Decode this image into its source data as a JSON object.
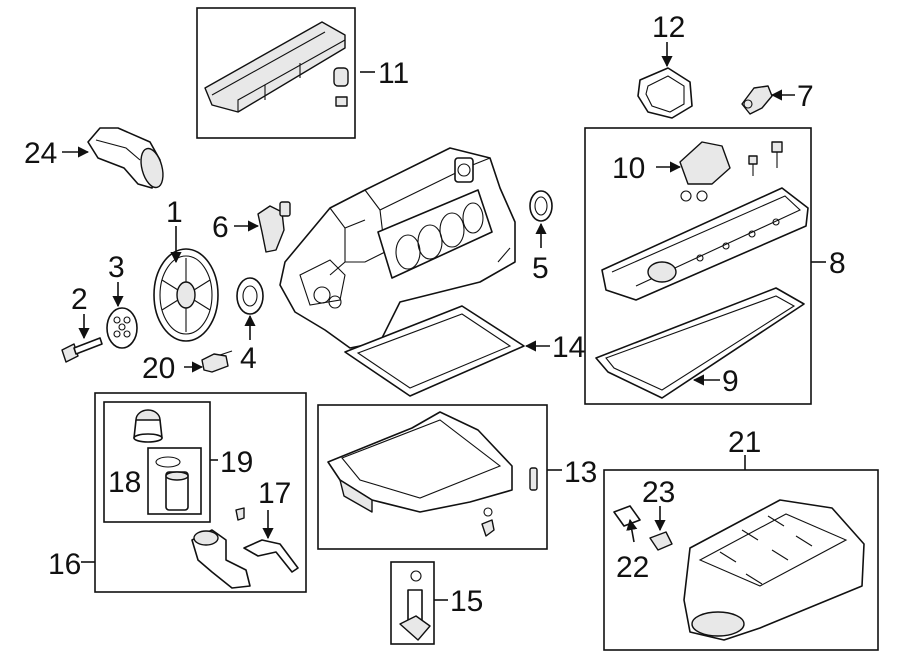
{
  "callouts": {
    "c1": "1",
    "c2": "2",
    "c3": "3",
    "c4": "4",
    "c5": "5",
    "c6": "6",
    "c7": "7",
    "c8": "8",
    "c9": "9",
    "c10": "10",
    "c11": "11",
    "c12": "12",
    "c13": "13",
    "c14": "14",
    "c15": "15",
    "c16": "16",
    "c17": "17",
    "c18": "18",
    "c19": "19",
    "c20": "20",
    "c21": "21",
    "c22": "22",
    "c23": "23",
    "c24": "24"
  },
  "parts": [
    {
      "ref": "1",
      "drawing": "crankshaft-pulley"
    },
    {
      "ref": "2",
      "drawing": "bolt"
    },
    {
      "ref": "3",
      "drawing": "pulley-washer"
    },
    {
      "ref": "4",
      "drawing": "front-seal"
    },
    {
      "ref": "5",
      "drawing": "rear-seal"
    },
    {
      "ref": "6",
      "drawing": "sensor"
    },
    {
      "ref": "7",
      "drawing": "sensor"
    },
    {
      "ref": "8",
      "drawing": "valve-cover-assembly"
    },
    {
      "ref": "9",
      "drawing": "valve-cover-gasket"
    },
    {
      "ref": "10",
      "drawing": "actuator"
    },
    {
      "ref": "11",
      "drawing": "engine-cover-set"
    },
    {
      "ref": "12",
      "drawing": "gasket-plate"
    },
    {
      "ref": "13",
      "drawing": "oil-pan-assembly"
    },
    {
      "ref": "14",
      "drawing": "oil-pan-gasket"
    },
    {
      "ref": "15",
      "drawing": "dipstick-tube"
    },
    {
      "ref": "16",
      "drawing": "oil-filter-housing-set"
    },
    {
      "ref": "17",
      "drawing": "bracket"
    },
    {
      "ref": "18",
      "drawing": "filter-element"
    },
    {
      "ref": "19",
      "drawing": "filter-cap-set"
    },
    {
      "ref": "20",
      "drawing": "sender"
    },
    {
      "ref": "21",
      "drawing": "engine-cover"
    },
    {
      "ref": "22",
      "drawing": "clip"
    },
    {
      "ref": "23",
      "drawing": "clip"
    },
    {
      "ref": "24",
      "drawing": "air-duct"
    }
  ]
}
